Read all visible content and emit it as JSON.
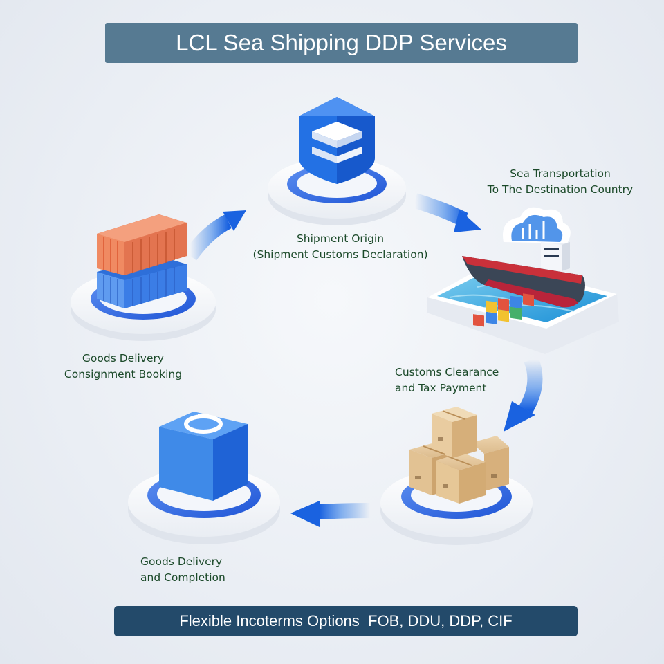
{
  "title": "LCL Sea Shipping DDP Services",
  "footer": "Flexible Incoterms Options  FOB, DDU, DDP, CIF",
  "steps": [
    {
      "lines": [
        "Goods Delivery",
        "Consignment Booking"
      ]
    },
    {
      "lines": [
        "Shipment Origin",
        "(Shipment Customs Declaration)"
      ]
    },
    {
      "lines": [
        "Sea Transportation",
        "To The Destination Country"
      ]
    },
    {
      "lines": [
        "Customs Clearance",
        "and Tax Payment"
      ]
    },
    {
      "lines": [
        "Goods Delivery",
        "and Completion"
      ]
    }
  ],
  "icons": {
    "step1": "shipping-container-icon",
    "step2": "shield-layers-icon",
    "step3": "cargo-ship-icon",
    "step4": "cardboard-boxes-icon",
    "step5": "blue-cube-icon",
    "arrows": "flow-arrow-icon"
  },
  "colors": {
    "title_bg": "#567a92",
    "footer_bg": "#234a6a",
    "label_text": "#1c4a2a",
    "accent_blue": "#1f6fe0"
  }
}
